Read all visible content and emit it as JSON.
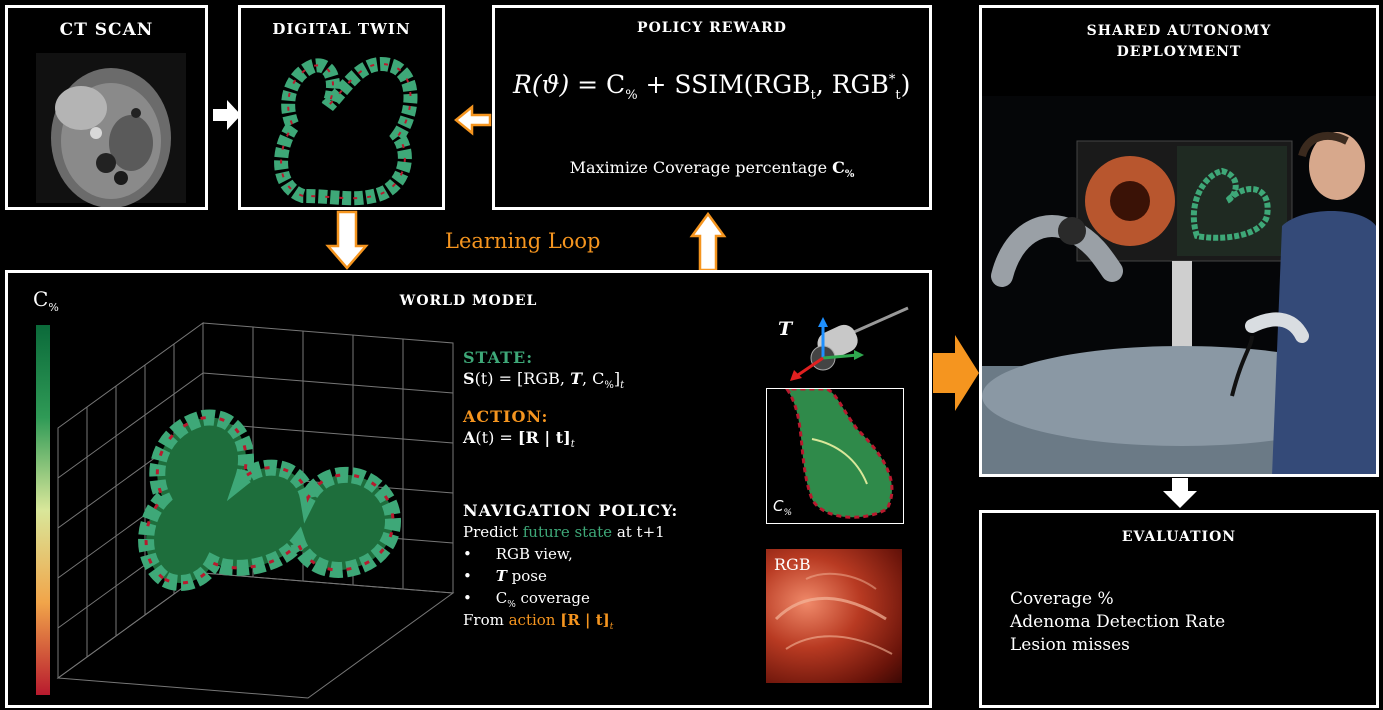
{
  "ct_scan": {
    "title": "CT SCAN"
  },
  "digital_twin": {
    "title": "DIGITAL TWIN"
  },
  "policy_reward": {
    "title": "POLICY REWARD",
    "formula": "R(ϑ) = C% + SSIM(RGBt, RGB*t)",
    "formula_parts": {
      "lhs": "R(ϑ)",
      "eq": " = C",
      "pct": "%",
      "plus": " + SSIM(RGB",
      "t1": "t",
      "comma": ", RGB",
      "star": "*",
      "t2": "t",
      "close": ")"
    },
    "text": "Maximize Coverage percentage",
    "text_bold": "C",
    "text_sub": "%"
  },
  "learning_loop": "Learning Loop",
  "world_model": {
    "title": "WORLD MODEL",
    "colorbar_label": "C",
    "colorbar_sub": "%",
    "state_label": "STATE:",
    "state_formula": "S(t) = [RGB, T, C%]t",
    "state_parts": {
      "s": "S",
      "t": "(t) = [RGB, ",
      "T": "T",
      "c": ", C",
      "pct": "%",
      "close": "]",
      "sub": "t"
    },
    "action_label": "ACTION:",
    "action_formula": "A(t) = [R | t]t",
    "action_parts": {
      "a": "A",
      "t": "(t) = ",
      "br": "[R | t]",
      "sub": "t"
    },
    "nav_label": "NAVIGATION POLICY:",
    "nav_predict_a": "Predict ",
    "nav_predict_b": "future state",
    "nav_predict_c": " at t+1",
    "bullets": [
      "RGB view,",
      "pose",
      "coverage"
    ],
    "bullet_T": "T",
    "bullet_C": "C",
    "bullet_Csub": "%",
    "from_a": "From ",
    "from_b": "action ",
    "from_c": "[R | t]",
    "from_sub": "t",
    "pose_label": "T",
    "inset_label": "C",
    "inset_sub": "%",
    "rgb_label": "RGB"
  },
  "deployment": {
    "title_line1": "SHARED AUTONOMY",
    "title_line2": "DEPLOYMENT"
  },
  "evaluation": {
    "title": "EVALUATION",
    "items": [
      "Coverage %",
      "Adenoma Detection Rate",
      "Lesion misses"
    ]
  },
  "colors": {
    "green": "#3ea878",
    "orange": "#f5951f",
    "red": "#b81a2e"
  }
}
